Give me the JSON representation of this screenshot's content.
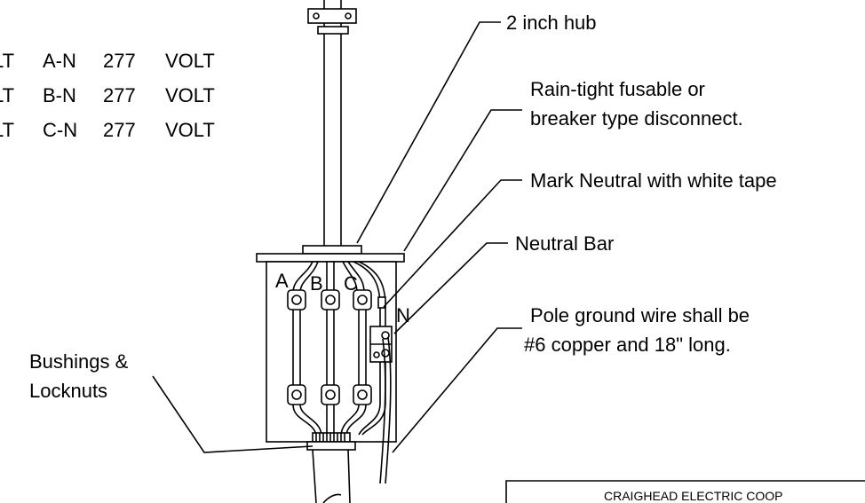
{
  "voltages": [
    {
      "pre": "LT",
      "phase": "A-N",
      "value": "277",
      "unit": "VOLT"
    },
    {
      "pre": "LT",
      "phase": "B-N",
      "value": "277",
      "unit": "VOLT"
    },
    {
      "pre": "LT",
      "phase": "C-N",
      "value": "277",
      "unit": "VOLT"
    }
  ],
  "callouts": {
    "hub": "2 inch hub",
    "disconnect_1": "Rain-tight fusable or",
    "disconnect_2": "breaker type disconnect.",
    "neutral_tape": "Mark Neutral with white tape",
    "neutral_bar": "Neutral Bar",
    "ground_1": "Pole ground wire shall be",
    "ground_2": "#6 copper and 18\" long.",
    "bushings_1": "Bushings &",
    "bushings_2": "Locknuts"
  },
  "phase_labels": {
    "a": "A",
    "b": "B",
    "c": "C",
    "n": "N"
  },
  "title_block": {
    "company": "CRAIGHEAD ELECTRIC COOP"
  }
}
